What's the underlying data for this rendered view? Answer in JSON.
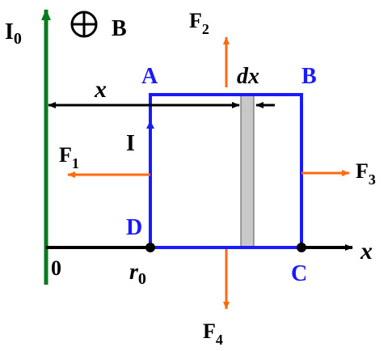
{
  "labels": {
    "wire_current": "I",
    "wire_current_sub": "0",
    "field_symbol": "B",
    "force_top": "F",
    "force_top_sub": "2",
    "force_left": "F",
    "force_left_sub": "1",
    "force_right": "F",
    "force_right_sub": "3",
    "force_bottom": "F",
    "force_bottom_sub": "4",
    "corner_a": "A",
    "corner_b": "B",
    "corner_c": "C",
    "corner_d": "D",
    "loop_current": "I",
    "distance_x": "x",
    "strip_width": "dx",
    "origin": "0",
    "r0": "r",
    "r0_sub": "0",
    "x_axis": "x"
  },
  "colors": {
    "wire": "#0a7a1e",
    "loop": "#1a1aff",
    "force": "#ff6a10",
    "axis": "#000000",
    "strip": "#c8c8c8",
    "corner_label": "#1a1aff"
  }
}
